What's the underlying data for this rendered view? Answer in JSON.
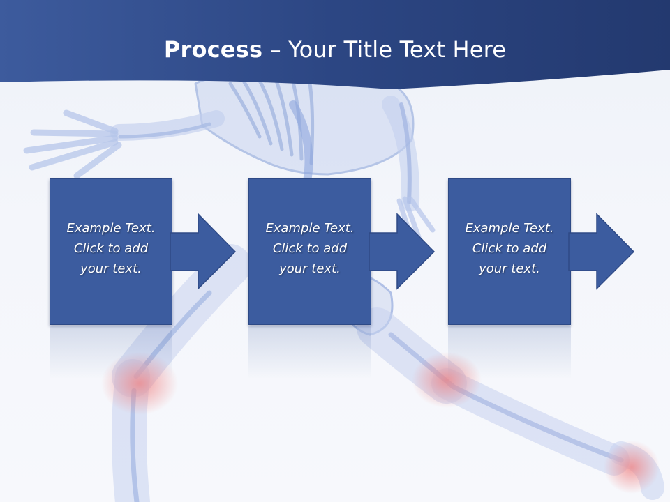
{
  "title": {
    "bold": "Process",
    "rest": " – Your Title Text Here"
  },
  "steps": [
    {
      "line1": "Example Text.",
      "line2": "Click  to add",
      "line3": "your text."
    },
    {
      "line1": "Example Text.",
      "line2": "Click  to add",
      "line3": "your text."
    },
    {
      "line1": "Example Text.",
      "line2": "Click  to add",
      "line3": "your text."
    }
  ],
  "colors": {
    "header": "#3a5796",
    "box": "#3c5c9f",
    "arrow": "#3c5c9f"
  },
  "icons": {
    "arrow": "right-arrow-icon"
  }
}
